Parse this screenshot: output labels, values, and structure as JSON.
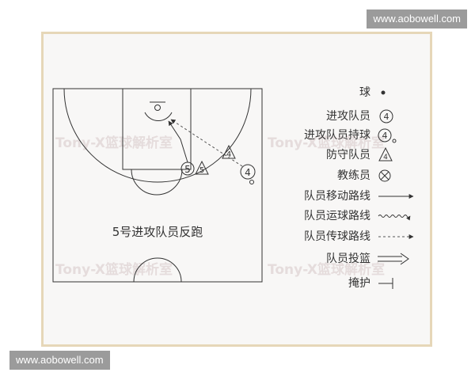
{
  "watermarks": {
    "top_right": "www.aobowell.com",
    "bottom_left": "www.aobowell.com"
  },
  "background_watermark": "Tony-X篮球解析室",
  "court": {
    "caption": "5号进攻队员反跑",
    "players": {
      "p5_offense": "5",
      "p5_defense": "5",
      "p4_offense": "4",
      "p4_defense": "4"
    }
  },
  "legend": [
    {
      "label": "球",
      "symbol": "ball"
    },
    {
      "label": "进攻队员",
      "symbol": "offense",
      "number": "4"
    },
    {
      "label": "进攻队员持球",
      "symbol": "offense-ball",
      "number": "4"
    },
    {
      "label": "防守队员",
      "symbol": "defense",
      "number": "4"
    },
    {
      "label": "教练员",
      "symbol": "coach"
    },
    {
      "label": "队员移动路线",
      "symbol": "move"
    },
    {
      "label": "队员运球路线",
      "symbol": "dribble"
    },
    {
      "label": "队员传球路线",
      "symbol": "pass"
    },
    {
      "label": "队员投篮",
      "symbol": "shoot"
    },
    {
      "label": "掩护",
      "symbol": "screen"
    }
  ],
  "colors": {
    "line": "#333333",
    "frame": "#e6d7b8",
    "watermark_text": "#e5dcdc"
  }
}
